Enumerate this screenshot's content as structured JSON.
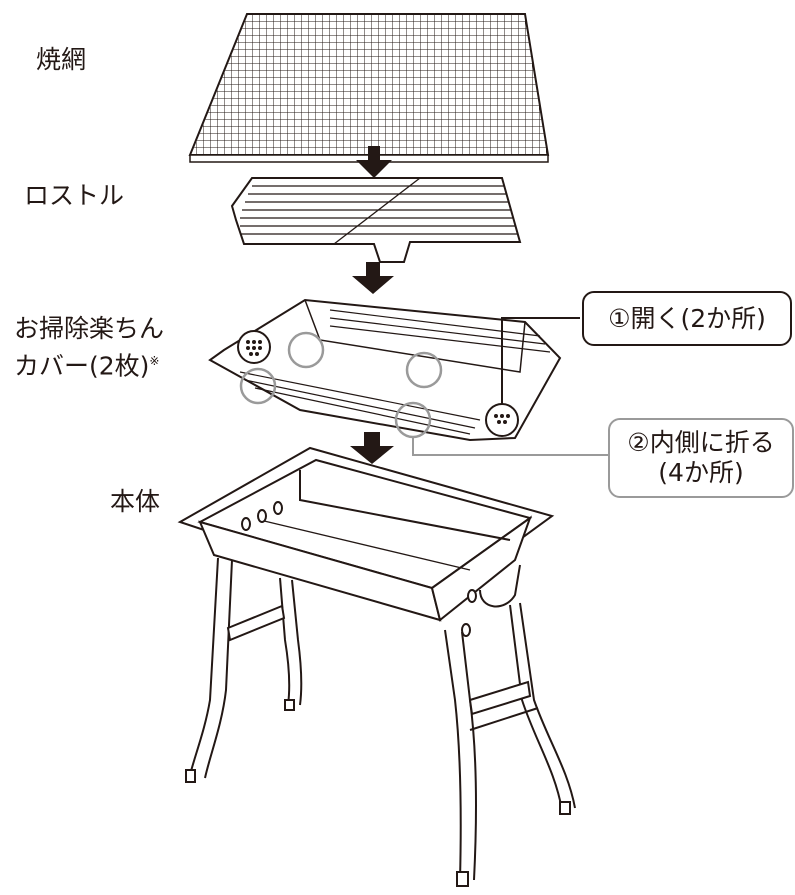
{
  "labels": {
    "grill_net": "焼網",
    "roaster": "ロストル",
    "cover_line1": "お掃除楽ちん",
    "cover_line2": "カバー(2枚)",
    "cover_note": "※",
    "body": "本体"
  },
  "callouts": {
    "open": "①開く(2か所)",
    "fold_line1": "②内側に折る",
    "fold_line2": "(4か所)"
  },
  "colors": {
    "line": "#231815",
    "callout_gray": "#9a9a9a",
    "circle_gray": "#9a9a9a"
  }
}
